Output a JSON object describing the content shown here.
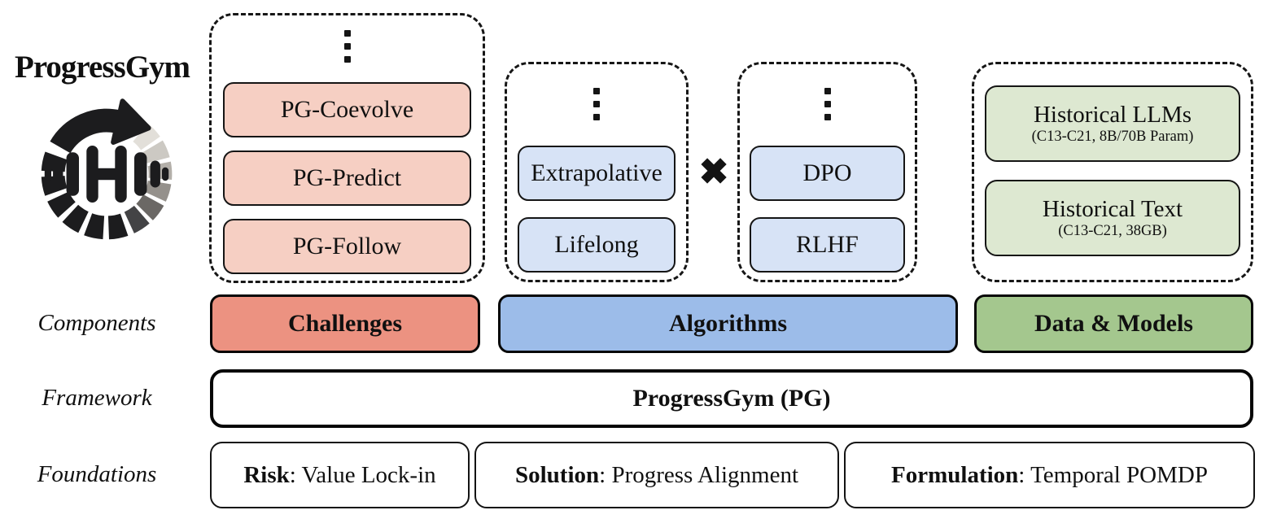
{
  "brand": {
    "title": "ProgressGym",
    "logo": "circular-progress-arrow-with-dumbbell"
  },
  "row_labels": {
    "components": "Components",
    "framework": "Framework",
    "foundations": "Foundations"
  },
  "symbols": {
    "cross": "✖",
    "more_items_ellipsis": "⋮"
  },
  "groups": {
    "challenges": {
      "has_more_ellipsis": true,
      "items": [
        "PG-Coevolve",
        "PG-Predict",
        "PG-Follow"
      ]
    },
    "algorithm_paradigms": {
      "has_more_ellipsis": true,
      "items": [
        "Extrapolative",
        "Lifelong"
      ]
    },
    "algorithm_methods": {
      "has_more_ellipsis": true,
      "items": [
        "DPO",
        "RLHF"
      ]
    },
    "data_and_models": {
      "has_more_ellipsis": false,
      "items": [
        {
          "title": "Historical LLMs",
          "subtitle": "(C13-C21, 8B/70B Param)"
        },
        {
          "title": "Historical Text",
          "subtitle": "(C13-C21, 38GB)"
        }
      ]
    }
  },
  "rows": {
    "components": {
      "items": [
        {
          "label": "Challenges",
          "color": "#EC9281"
        },
        {
          "label": "Algorithms",
          "color": "#9CBCE9"
        },
        {
          "label": "Data & Models",
          "color": "#A4C78E"
        }
      ]
    },
    "framework": {
      "label": "ProgressGym (PG)"
    },
    "foundations": {
      "items": [
        {
          "prefix": "Risk",
          "rest": ": Value Lock-in"
        },
        {
          "prefix": "Solution",
          "rest": ": Progress Alignment"
        },
        {
          "prefix": "Formulation",
          "rest": ": Temporal POMDP"
        }
      ]
    }
  },
  "colors": {
    "challenge_item_bg": "#F6CFC3",
    "algorithm_item_bg": "#D7E3F6",
    "data_item_bg": "#DDE8D1",
    "components_challenges_bg": "#EC9281",
    "components_algorithms_bg": "#9CBCE9",
    "components_data_models_bg": "#A4C78E",
    "outline": "#131313"
  }
}
